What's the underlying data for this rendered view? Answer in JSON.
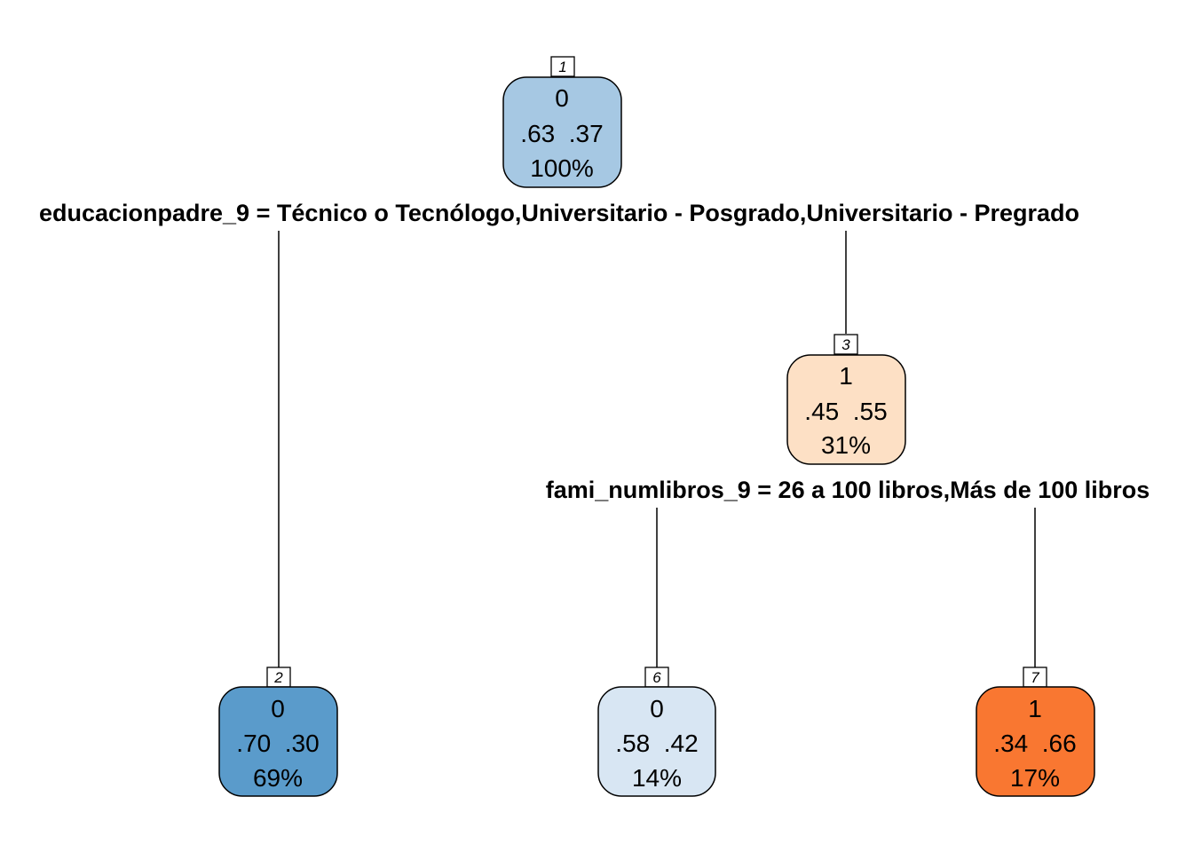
{
  "colors": {
    "node1": "#a6c8e3",
    "node2": "#5a9bcb",
    "node3": "#fde0c5",
    "node6": "#d8e6f3",
    "node7": "#f97731"
  },
  "nodes": {
    "n1": {
      "id": "1",
      "class": "0",
      "probs": ".63  .37",
      "pct": "100%"
    },
    "n2": {
      "id": "2",
      "class": "0",
      "probs": ".70  .30",
      "pct": "69%"
    },
    "n3": {
      "id": "3",
      "class": "1",
      "probs": ".45  .55",
      "pct": "31%"
    },
    "n6": {
      "id": "6",
      "class": "0",
      "probs": ".58  .42",
      "pct": "14%"
    },
    "n7": {
      "id": "7",
      "class": "1",
      "probs": ".34  .66",
      "pct": "17%"
    }
  },
  "splits": {
    "root": "educacionpadre_9 = Técnico o Tecnólogo,Universitario - Posgrado,Universitario - Pregrado",
    "node3": "fami_numlibros_9 = 26 a 100 libros,Más de 100 libros"
  }
}
